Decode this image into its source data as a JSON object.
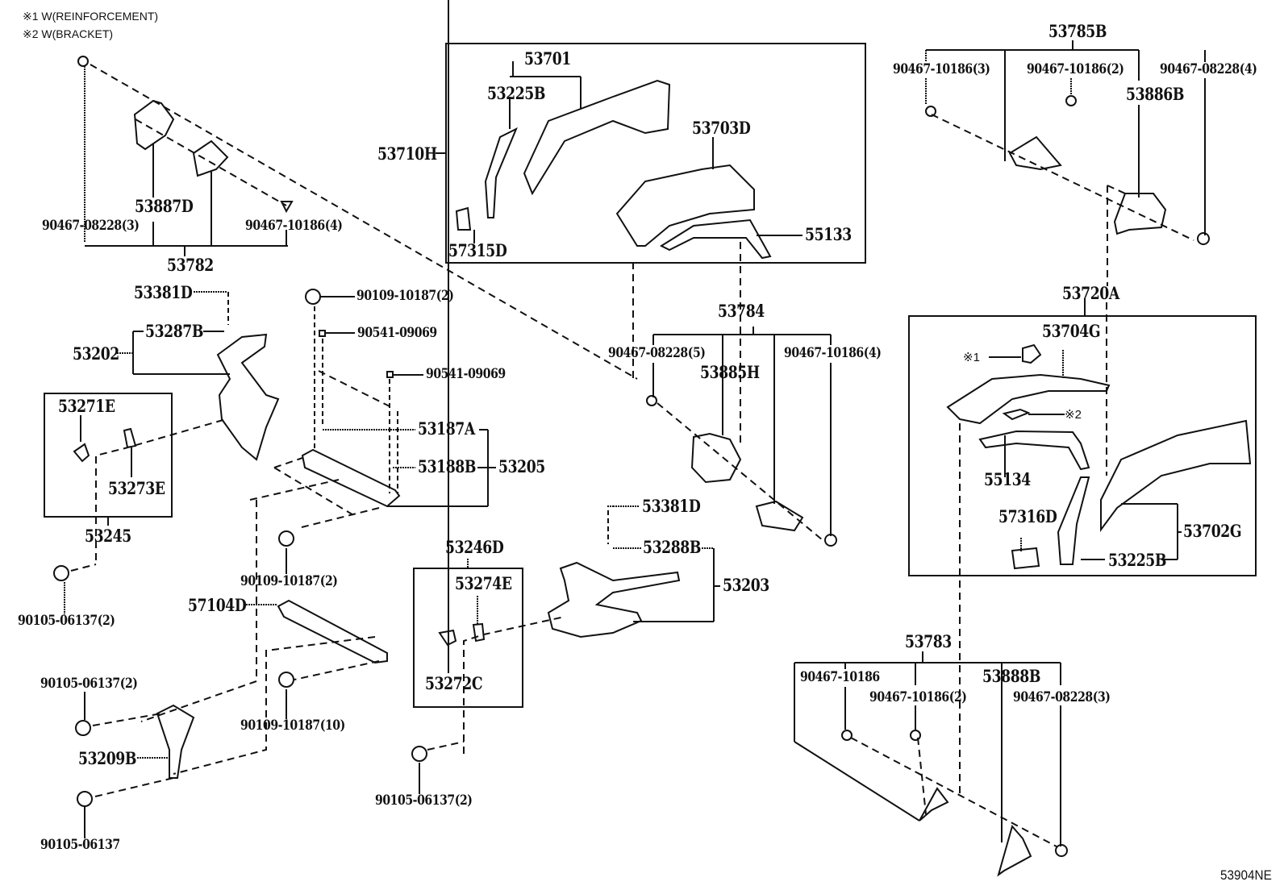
{
  "diagram": {
    "notes": [
      {
        "mark": "※1",
        "text": "W(REINFORCEMENT)"
      },
      {
        "mark": "※2",
        "text": "W(BRACKET)"
      }
    ],
    "ref_marks": {
      "m1": "※1",
      "m2": "※2"
    },
    "illustration_code": "53904NE",
    "groups": {
      "g53782": {
        "assembly": "53782",
        "parts": [
          "53887D",
          "90467-08228(3)",
          "90467-10186(4)"
        ]
      },
      "g53701": {
        "assembly": "53701",
        "parts": [
          "53225B",
          "53710H",
          "57315D",
          "53703D",
          "55133"
        ]
      },
      "g53785B": {
        "assembly": "53785B",
        "parts": [
          "90467-10186(3)",
          "90467-10186(2)",
          "90467-08228(4)",
          "53886B"
        ]
      },
      "g53720A": {
        "assembly": "53720A",
        "parts": [
          "53704G",
          "55134",
          "57316D",
          "53225B",
          "53702G"
        ]
      },
      "g53202": {
        "assembly": "53202",
        "parts": [
          "53381D",
          "53287B"
        ]
      },
      "g53245": {
        "assembly": "53245",
        "parts": [
          "53271E",
          "53273E"
        ]
      },
      "g53205": {
        "assembly": "53205",
        "parts": [
          "90109-10187(2)",
          "90541-09069",
          "90541-09069",
          "53187A",
          "53188B"
        ]
      },
      "g53784": {
        "assembly": "53784",
        "parts": [
          "90467-08228(5)",
          "53885H",
          "90467-10186(4)"
        ]
      },
      "g53203": {
        "assembly": "53203",
        "parts": [
          "53381D",
          "53288B"
        ]
      },
      "g53246D": {
        "assembly": "53246D",
        "parts": [
          "53274E",
          "53272C"
        ]
      },
      "g53783": {
        "assembly": "53783",
        "parts": [
          "90467-10186",
          "90467-10186(2)",
          "53888B",
          "90467-08228(3)"
        ]
      },
      "loose": [
        "90105-06137(2)",
        "90109-10187(2)",
        "57104D",
        "90105-06137(2)",
        "90109-10187(10)",
        "53209B",
        "90105-06137",
        "90105-06137(2)"
      ]
    }
  }
}
